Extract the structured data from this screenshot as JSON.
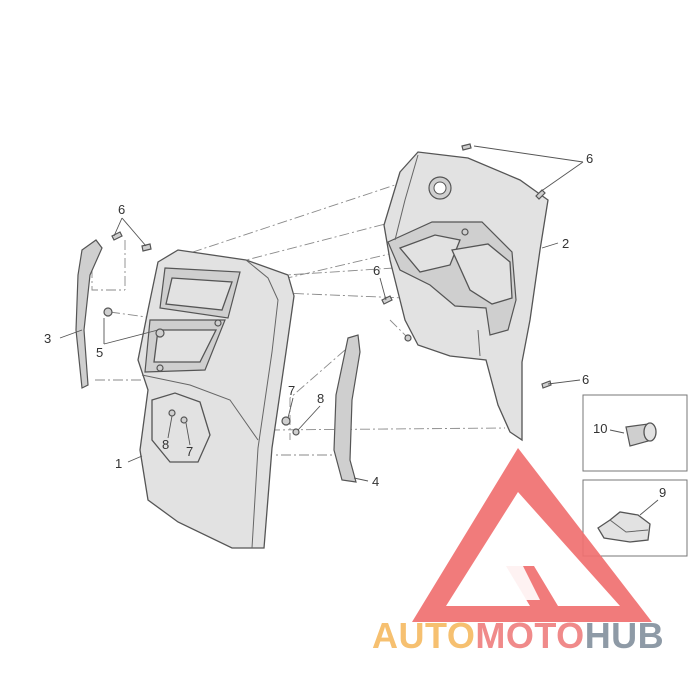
{
  "diagram": {
    "callouts": {
      "c1": "1",
      "c2": "2",
      "c3": "3",
      "c4": "4",
      "c5": "5",
      "c6_top_right": "6",
      "c6_left": "6",
      "c6_middle": "6",
      "c6_bottom_right": "6",
      "c7_upper": "7",
      "c7_lower": "7",
      "c8_upper": "8",
      "c8_lower": "8",
      "c9": "9",
      "c10": "10"
    }
  },
  "watermark": {
    "part1": "AUTO",
    "part2": "MOTO",
    "part3": "HUB",
    "colors": {
      "auto": "#f6c070",
      "moto": "#f08a8a",
      "hub": "#8e9aa6",
      "logo": "#f07070"
    }
  }
}
